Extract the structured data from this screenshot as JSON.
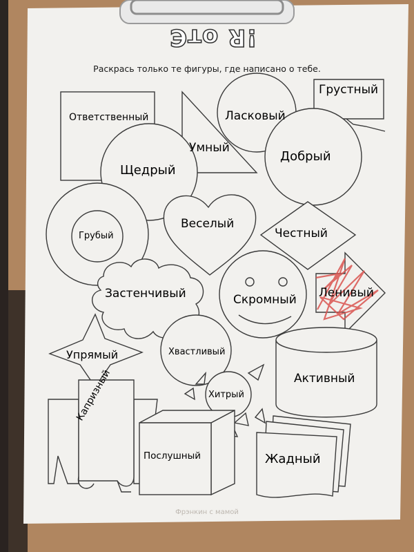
{
  "worksheet": {
    "title": "Это Я!",
    "instruction": "Раскрась только те фигуры, где написано о тебе.",
    "footer": "Фрэнкин с мамой",
    "words": {
      "responsible": "Ответственный",
      "sad": "Грустный",
      "kind_affectionate": "Ласковый",
      "smart": "Умный",
      "good": "Добрый",
      "generous": "Щедрый",
      "rude": "Грубый",
      "cheerful": "Веселый",
      "honest": "Честный",
      "shy": "Застенчивый",
      "modest": "Скромный",
      "lazy": "Ленивый",
      "stubborn": "Упрямый",
      "boastful": "Хвастливый",
      "active": "Активный",
      "sly": "Хитрый",
      "capricious": "Капризный",
      "obedient": "Послушный",
      "greedy": "Жадный"
    }
  },
  "colors": {
    "paper": "#f2f1ee",
    "clipboard": "#b08660",
    "line": "#3a3a3a",
    "scribble": "#d9534f"
  }
}
